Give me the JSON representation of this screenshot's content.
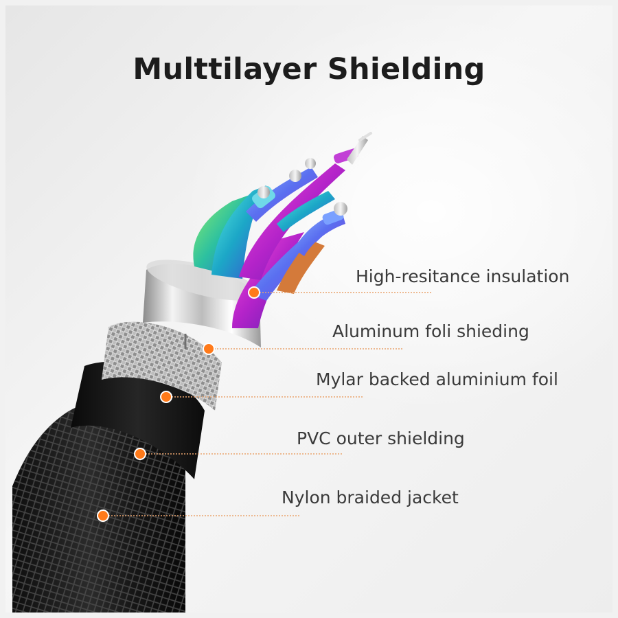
{
  "title": "Multtilayer Shielding",
  "callouts": [
    {
      "id": "insulation",
      "label": "High-resitance insulation"
    },
    {
      "id": "aluminum-foil",
      "label": "Aluminum foli shieding"
    },
    {
      "id": "mylar-foil",
      "label": "Mylar backed aluminium foil"
    },
    {
      "id": "pvc-shield",
      "label": "PVC outer shielding"
    },
    {
      "id": "nylon-jacket",
      "label": "Nylon braided jacket"
    }
  ],
  "colors": {
    "marker": "#ff7a1a",
    "leader_line": "#e9a46e",
    "jacket": "#1b1b1b",
    "foil": "#d9d9d9"
  }
}
